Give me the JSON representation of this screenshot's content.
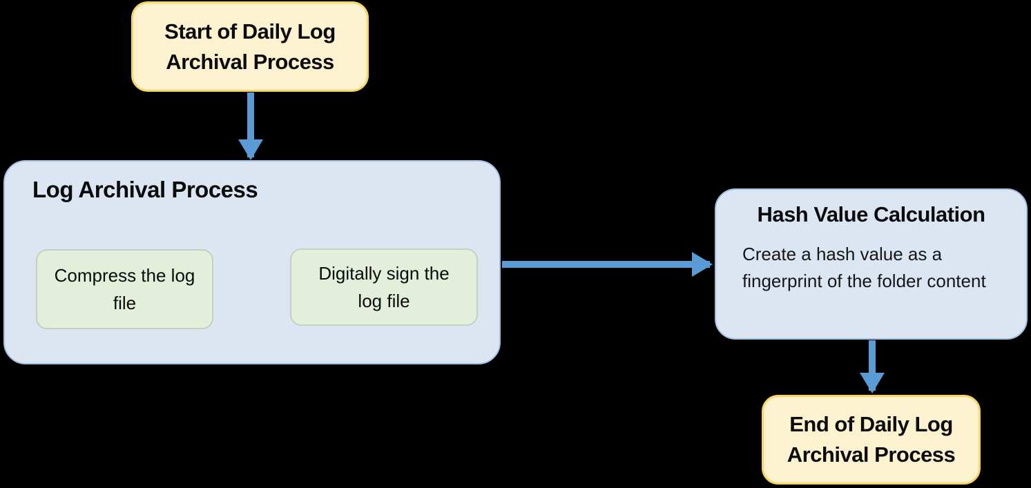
{
  "colors": {
    "background": "#000000",
    "terminal_fill": "#FDF2CF",
    "terminal_border": "#F8D466",
    "process_fill": "#DCE6F2",
    "process_border": "#A4C0E0",
    "subprocess_fill": "#E3EFDA",
    "subprocess_border": "#C6CEBE",
    "arrow": "#5B9BD5",
    "text": "#0B0B0B"
  },
  "diagram": {
    "type": "flowchart",
    "nodes": {
      "start": {
        "label": "Start of Daily Log Archival Process"
      },
      "log_archival": {
        "title": "Log Archival Process",
        "children": {
          "compress": {
            "label": "Compress the log file"
          },
          "sign": {
            "label": "Digitally sign the log file"
          }
        }
      },
      "hash": {
        "title": "Hash Value Calculation",
        "body": "Create a hash value as a fingerprint of the folder content"
      },
      "end": {
        "label": "End of Daily Log Archival Process"
      }
    },
    "connectors": [
      {
        "from": "start",
        "to": "log_archival"
      },
      {
        "from": "compress",
        "to": "sign"
      },
      {
        "from": "log_archival",
        "to": "hash"
      },
      {
        "from": "hash",
        "to": "end"
      }
    ]
  }
}
